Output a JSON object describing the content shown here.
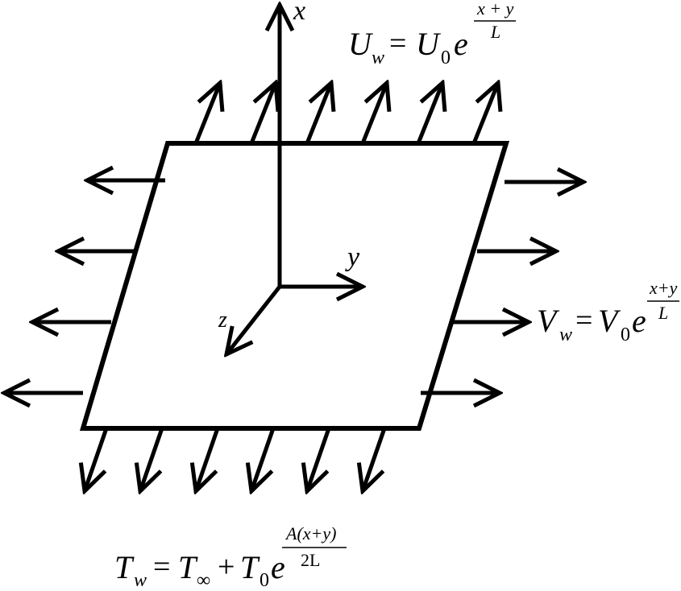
{
  "axes": {
    "x_label": "x",
    "y_label": "y",
    "z_label": "z"
  },
  "eq_u": {
    "lhs": "U",
    "lhs_sub": "w",
    "equals": "=",
    "rhs": "U",
    "rhs_sub": "0",
    "e": "e",
    "exp_num": "x + y",
    "exp_den": "L"
  },
  "eq_v": {
    "lhs": "V",
    "lhs_sub": "w",
    "equals": "=",
    "rhs": "V",
    "rhs_sub": "0",
    "e": "e",
    "exp_num": "x+y",
    "exp_den": "L"
  },
  "eq_t": {
    "lhs": "T",
    "lhs_sub": "w",
    "equals": "=",
    "t_inf": "T",
    "t_inf_sub": "∞",
    "plus": "+",
    "t0": "T",
    "t0_sub": "0",
    "e": "e",
    "exp_num": "A(x+y)",
    "exp_den": "2L"
  },
  "colors": {
    "stroke": "#000000",
    "background": "#ffffff"
  }
}
